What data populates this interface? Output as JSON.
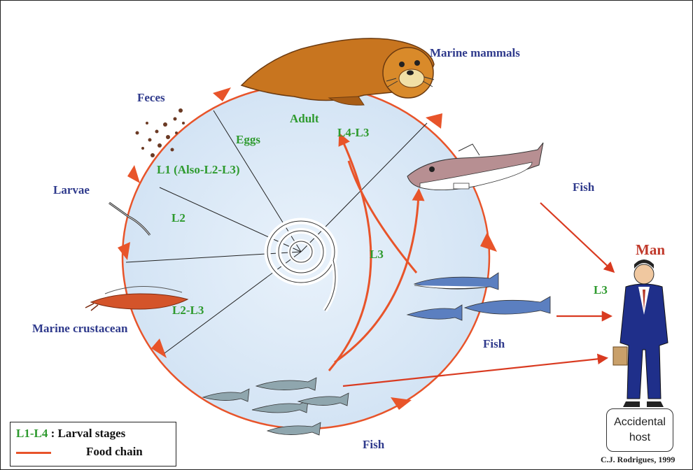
{
  "labels": {
    "marine_mammals": "Marine mammals",
    "feces": "Feces",
    "larvae": "Larvae",
    "marine_crustacean": "Marine crustacean",
    "fish_right": "Fish",
    "fish_mid": "Fish",
    "fish_bottom": "Fish",
    "man": "Man"
  },
  "stages": {
    "adult": "Adult",
    "eggs": "Eggs",
    "l1": "L1 (Also-L2-L3)",
    "l2": "L2",
    "l2_l3": "L2-L3",
    "l3": "L3",
    "l4_l3": "L4-L3",
    "l3_man": "L3"
  },
  "legend": {
    "stages_code": "L1-L4",
    "stages_text": " : Larval stages",
    "food_chain": "Food chain"
  },
  "host_box": {
    "line1": "Accidental",
    "line2": "host"
  },
  "credit": "C.J. Rodrigues, 1999",
  "colors": {
    "arrow": "#e8542a",
    "circle_fill": "#dbe9f7",
    "label_blue": "#2f3a8c",
    "label_green": "#2e9a2e",
    "man_label": "#c0392b"
  }
}
